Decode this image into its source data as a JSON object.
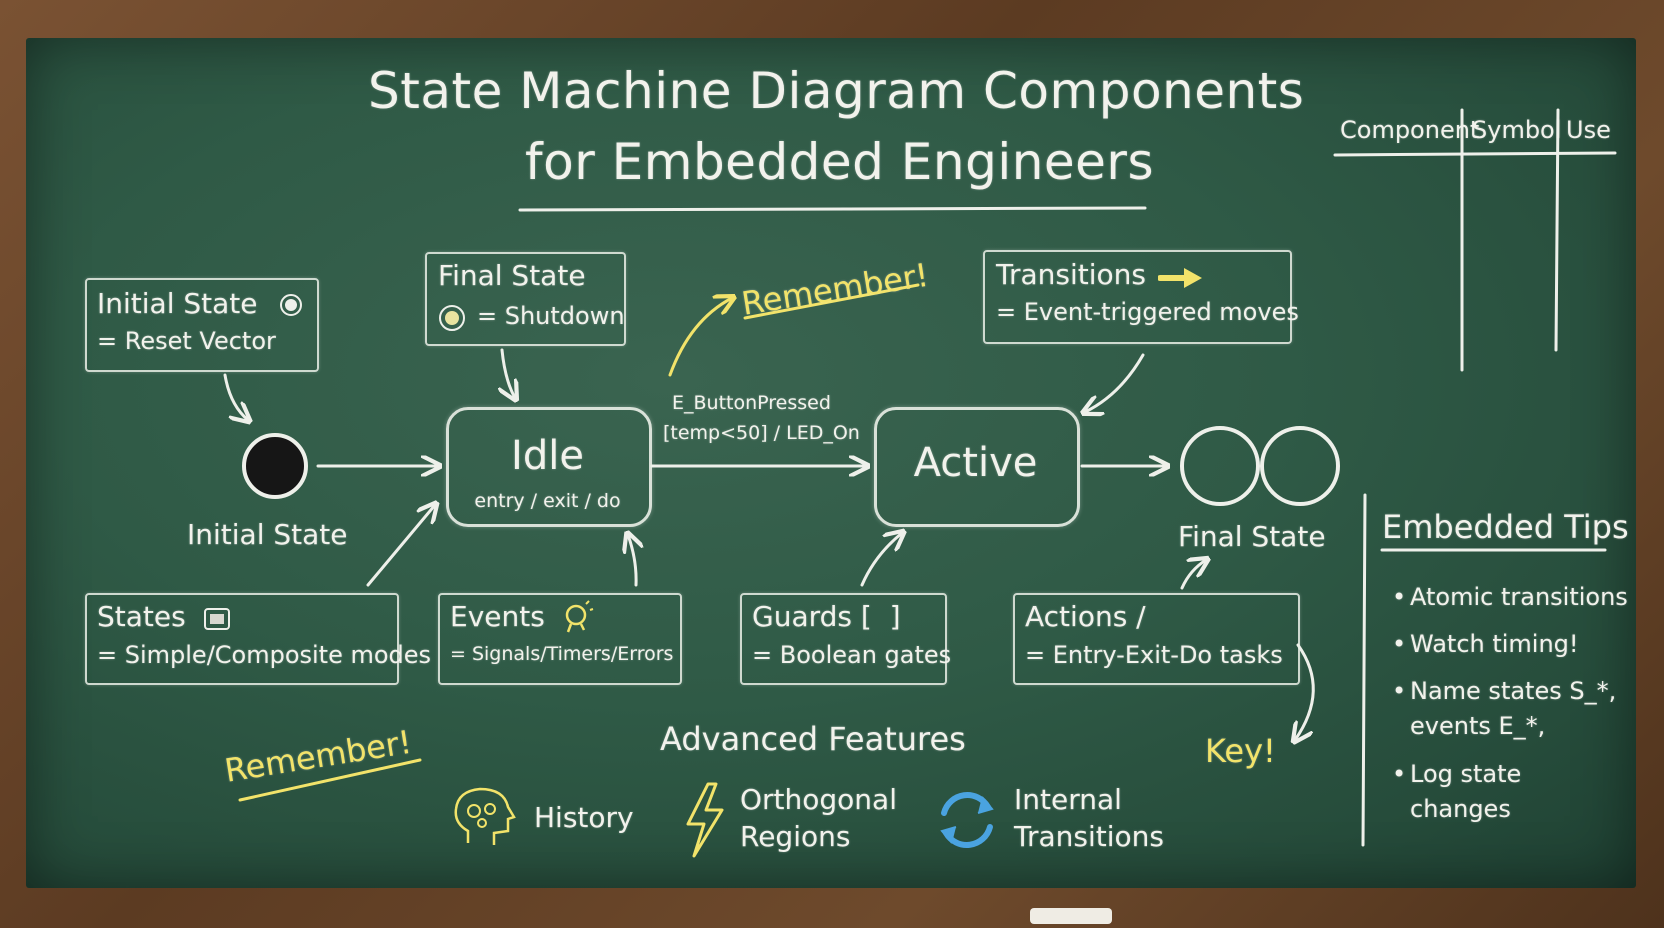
{
  "title": {
    "line1": "State Machine Diagram Components",
    "line2": "for Embedded Engineers"
  },
  "table": {
    "headers": [
      "Component",
      "Symbol",
      "Use"
    ]
  },
  "legend": {
    "initial": {
      "title": "Initial State",
      "desc": "= Reset Vector",
      "icon": "initial-dot-icon"
    },
    "final": {
      "title": "Final State",
      "desc": "= Shutdown",
      "icon": "bullseye-icon"
    },
    "transitions": {
      "title": "Transitions",
      "desc": "= Event-triggered moves",
      "icon": "arrow-right-icon"
    },
    "states": {
      "title": "States",
      "desc": "= Simple/Composite modes",
      "icon": "state-box-icon"
    },
    "events": {
      "title": "Events",
      "desc": "= Signals/Timers/Errors",
      "icon": "lightbulb-icon"
    },
    "guards": {
      "title": "Guards [  ]",
      "desc": "= Boolean gates"
    },
    "actions": {
      "title": "Actions /",
      "desc": "= Entry-Exit-Do tasks"
    }
  },
  "diagram": {
    "initial_label": "Initial State",
    "idle": {
      "name": "Idle",
      "sub": "entry / exit / do"
    },
    "active": {
      "name": "Active"
    },
    "final_label": "Final State",
    "transition_event": "E_ButtonPressed",
    "transition_guard": "[temp<50] / LED_On"
  },
  "notes": {
    "remember_top": "Remember!",
    "remember_bottom": "Remember!",
    "key": "Key!"
  },
  "advanced": {
    "title": "Advanced Features",
    "items": [
      {
        "label": "History",
        "icon": "brain-gear-icon"
      },
      {
        "label_line1": "Orthogonal",
        "label_line2": "Regions",
        "icon": "lightning-icon"
      },
      {
        "label_line1": "Internal",
        "label_line2": "Transitions",
        "icon": "cycle-arrows-icon"
      }
    ]
  },
  "tips": {
    "title": "Embedded Tips",
    "items": [
      {
        "line1": "Atomic transitions"
      },
      {
        "line1": "Watch timing!"
      },
      {
        "line1": "Name states S_*,",
        "line2": "events E_*,"
      },
      {
        "line1": "Log state",
        "line2": "changes"
      }
    ]
  },
  "colors": {
    "chalkboard": "#2f5a46",
    "chalk": "#f2f2ec",
    "chalk_yellow": "#f2e36a",
    "icon_blue": "#4aa3e0",
    "frame_wood": "#6e4a2c"
  }
}
